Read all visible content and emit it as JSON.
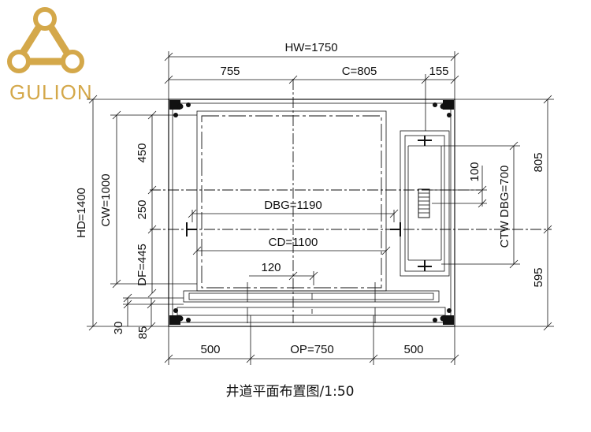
{
  "logo": {
    "text": "GULION",
    "color": "#d4a84a"
  },
  "dims": {
    "hw": "HW=1750",
    "left755": "755",
    "c": "C=805",
    "r155": "155",
    "hd": "HD=1400",
    "cw": "CW=1000",
    "d450": "450",
    "d250": "250",
    "df": "DF=445",
    "d30": "30",
    "d85": "85",
    "dbg": "DBG=1190",
    "cd": "CD=1100",
    "d120": "120",
    "d100": "100",
    "ctw": "CTW DBG=700",
    "d805": "805",
    "d595": "595",
    "b500a": "500",
    "op": "OP=750",
    "b500b": "500"
  },
  "caption": "井道平面布置图/1:50"
}
